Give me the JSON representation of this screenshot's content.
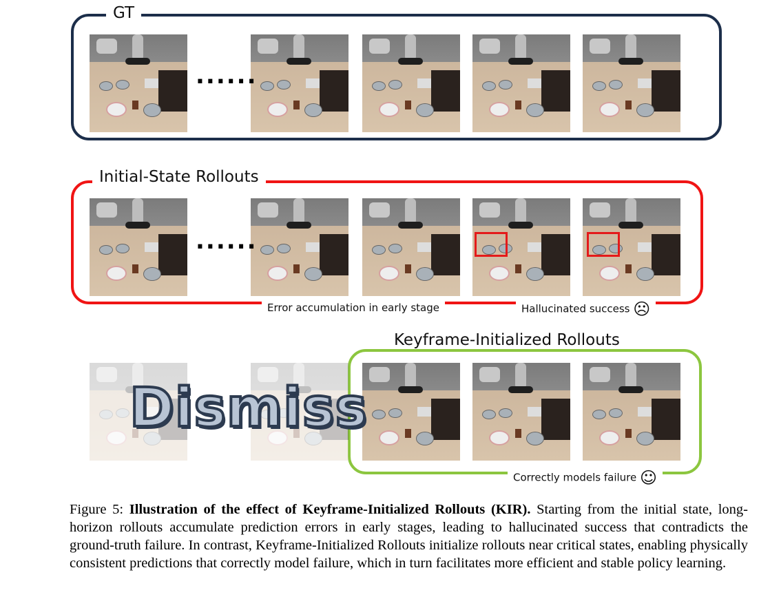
{
  "sections": {
    "gt": {
      "label": "GT"
    },
    "initial": {
      "label": "Initial-State Rollouts",
      "note_error": "Error accumulation in early stage",
      "note_halluc": "Hallucinated success",
      "halluc_icon": "frowning-face-icon"
    },
    "keyframe": {
      "label": "Keyframe-Initialized Rollouts",
      "note_correct": "Correctly models failure",
      "correct_icon": "smiling-face-icon"
    }
  },
  "ellipsis": "......",
  "dismiss_label": "Dismiss",
  "frowny": "☹",
  "smiley": "☺",
  "caption": {
    "prefix": "Figure 5: ",
    "bold": "Illustration of the effect of Keyframe-Initialized Rollouts (KIR).",
    "body": " Starting from the initial state, long-horizon rollouts accumulate prediction errors in early stages, leading to hallucinated success that contradicts the ground-truth failure. In contrast, Keyframe-Initialized Rollouts initialize rollouts near critical states, enabling physically consistent predictions that correctly model failure, which in turn facilitates more efficient and stable policy learning."
  },
  "colors": {
    "gt": "#1c2e4a",
    "initial": "#f01414",
    "keyframe": "#8cc63f"
  }
}
